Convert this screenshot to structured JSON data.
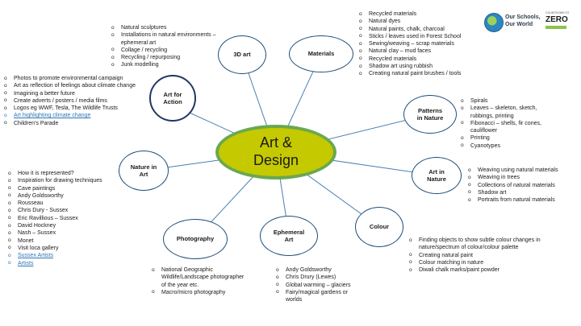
{
  "center": {
    "line1": "Art &",
    "line2": "Design"
  },
  "logo": {
    "line1": "Our Schools,",
    "line2": "Our World",
    "badge_small": "COUNTDOWN TO",
    "badge": "ZERO"
  },
  "nodes": {
    "three_d": "3D art",
    "materials": "Materials",
    "action_l1": "Art for",
    "action_l2": "Action",
    "patterns_l1": "Patterns",
    "patterns_l2": "in Nature",
    "nature_l1": "Nature in",
    "nature_l2": "Art",
    "artin_l1": "Art in",
    "artin_l2": "Nature",
    "colour": "Colour",
    "photography": "Photography",
    "ephemeral_l1": "Ephemeral",
    "ephemeral_l2": "Art"
  },
  "lists": {
    "three_d": [
      "Natural sculptures",
      "Installations in natural environments – ephemeral art",
      "Collage / recycling",
      "Recycling / repurposing",
      "Junk modelling"
    ],
    "materials": [
      "Recycled materials",
      "Natural dyes",
      "Natural paints, chalk, charcoal",
      "Sticks / leaves used in Forest School",
      "Sewing/weaving – scrap materials",
      "Natural clay – mud faces",
      "Recycled materials",
      "Shadow art using rubbish",
      "Creating natural paint brushes / tools"
    ],
    "action": [
      "Photos to promote environmental campaign",
      "Art as reflection of feelings about climate change",
      "Imagining a better future",
      "Create adverts / posters / media films",
      "Logos eg WWF, Tesla, The Wildlife Trusts",
      "Art highlighting climate change",
      "Children's Parade"
    ],
    "patterns": [
      "Spirals",
      "Leaves – skeleton, sketch, rubbings, printing",
      "Fibonacci – shells, fir cones, cauliflower",
      "Printing",
      "Cyanotypes"
    ],
    "nature": [
      "How it is represented?",
      "Inspiration for drawing techniques",
      "Cave paintings",
      "Andy Goldsworthy",
      "Rousseau",
      "Chris Dury - Sussex",
      "Eric Ravillious – Sussex",
      "David Hockney",
      "Nash – Sussex",
      "Monet",
      "Visit loca gallery",
      "Sussex Artists",
      "Artists"
    ],
    "artin": [
      "Weaving using natural materials",
      "Weaving in trees",
      "Collections of natural materials",
      "Shadow art",
      "Portraits from natural materials"
    ],
    "colour": [
      "Finding objects to show subtle colour changes in nature/spectrum of colour/colour palette",
      "Creating natural paint",
      "Colour matching in nature",
      "Diwali chalk marks/paint powder"
    ],
    "photography": [
      "National Geographic Wildlife/Landscape photographer of the year etc.",
      "Macro/micro photography"
    ],
    "ephemeral": [
      "Andy Goldsworthy",
      "Chris Drury (Lewes)",
      "Global warming – glaciers",
      "Fairy/magical gardens or worlds"
    ]
  },
  "colors": {
    "center_fill": "#c5c900",
    "center_border": "#6aa84f",
    "node_border": "#1f4e79",
    "link": "#2e75b6"
  }
}
